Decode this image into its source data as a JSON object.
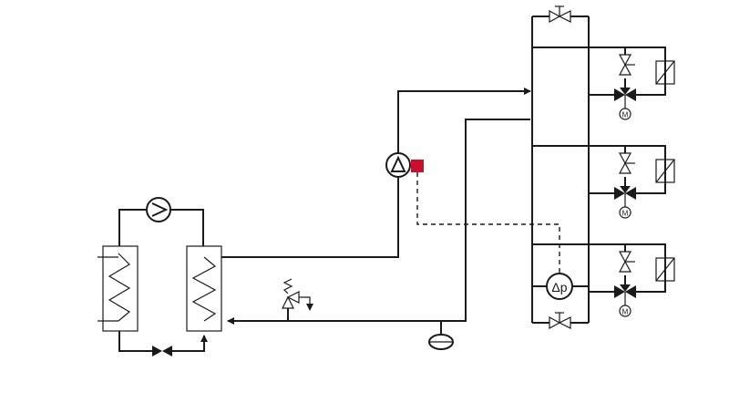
{
  "diagram": {
    "labels": {
      "delta_p": "Δp",
      "motor_1": "M",
      "motor_2": "M",
      "motor_3": "M"
    },
    "colors": {
      "line": "#1a1a1a",
      "sensor": "#c8102e",
      "background": "#ffffff"
    },
    "icons": [
      "heat-exchanger-icon",
      "circulation-pump-icon",
      "check-valve-icon",
      "safety-valve-icon",
      "expansion-vessel-icon",
      "temperature-sensor-icon",
      "differential-pressure-icon",
      "gate-valve-icon",
      "motorized-valve-icon",
      "radiator-icon"
    ]
  }
}
